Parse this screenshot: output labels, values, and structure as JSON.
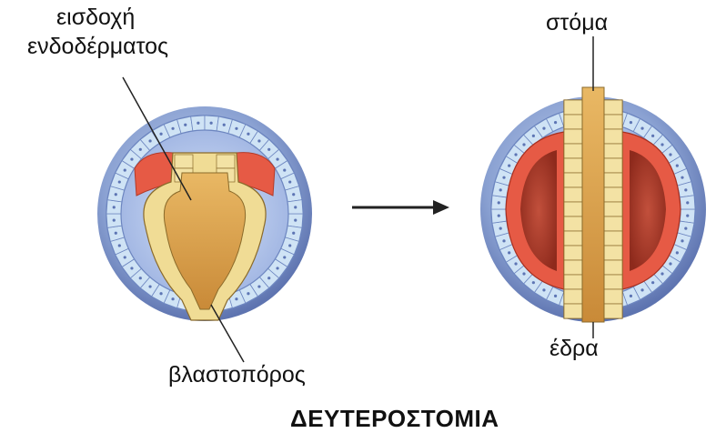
{
  "labels": {
    "endoderm_invagination_line1": "εισδοχή",
    "endoderm_invagination_line2": "ενδοδέρματος",
    "blastopore": "βλαστοπόρος",
    "mouth": "στόμα",
    "anus": "έδρα"
  },
  "title": "ΔΕΥΤΕΡΟΣΤΟΜΙΑ",
  "colors": {
    "ectoderm_outer": "#7d95c9",
    "ectoderm_cells": "#cfe3f5",
    "blastocoel": "#a9bde6",
    "endoderm": "#f0dc95",
    "archenteron": "#d9a04a",
    "mesoderm": "#e65a45",
    "coelom": "#b83a2a"
  }
}
